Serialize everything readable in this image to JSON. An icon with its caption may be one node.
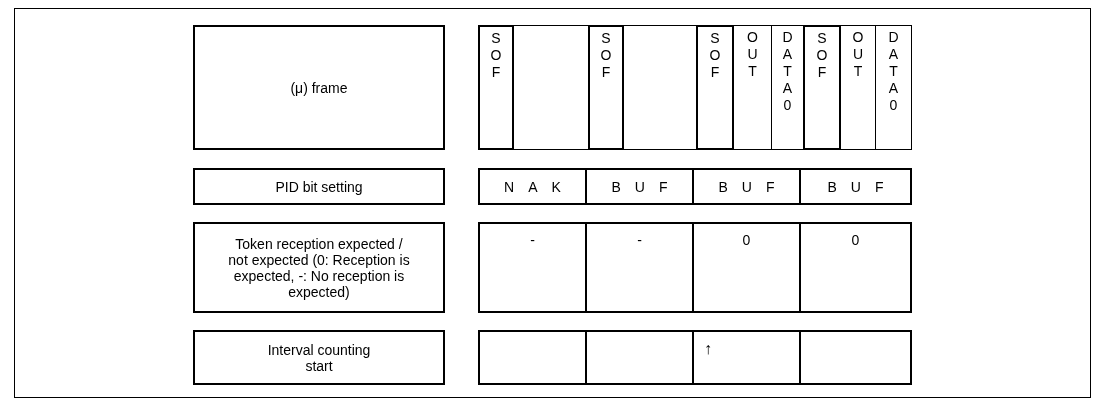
{
  "diagram": {
    "nodes": [
      {
        "text": [
          "(μ) frame"
        ]
      },
      {
        "text": [],
        "shape": "box"
      },
      {
        "text": [
          "SOF"
        ],
        "in": 1
      },
      {
        "text": [
          "SOF"
        ],
        "in": 1
      },
      {
        "text": [
          "SOF"
        ],
        "in": 1
      },
      {
        "text": [
          "OUT"
        ],
        "in": 1
      },
      {
        "text": [
          "DATA0"
        ],
        "in": 1
      },
      {
        "text": [
          "SOF"
        ],
        "in": 1
      },
      {
        "text": [
          "OUT"
        ],
        "in": 1
      },
      {
        "text": [
          "DATA0"
        ],
        "in": 1
      },
      {
        "text": [
          "PID bit setting"
        ]
      },
      {
        "text": [
          "NAK"
        ]
      },
      {
        "text": [
          "BUF"
        ]
      },
      {
        "text": [
          "BUF"
        ]
      },
      {
        "text": [
          "BUF"
        ]
      },
      {
        "text": [
          "Token reception expected / not expected (0: Reception is expected, -: No reception is expected)"
        ]
      },
      {
        "text": [
          "-"
        ]
      },
      {
        "text": [
          "-"
        ]
      },
      {
        "text": [
          "0"
        ]
      },
      {
        "text": [
          "0"
        ]
      },
      {
        "text": [
          "Interval counting start"
        ]
      },
      {
        "text": [],
        "shape": "box"
      },
      {
        "text": [],
        "shape": "box"
      },
      {
        "text": [
          "↑"
        ]
      },
      {
        "text": [],
        "shape": "box"
      }
    ],
    "edges": []
  }
}
